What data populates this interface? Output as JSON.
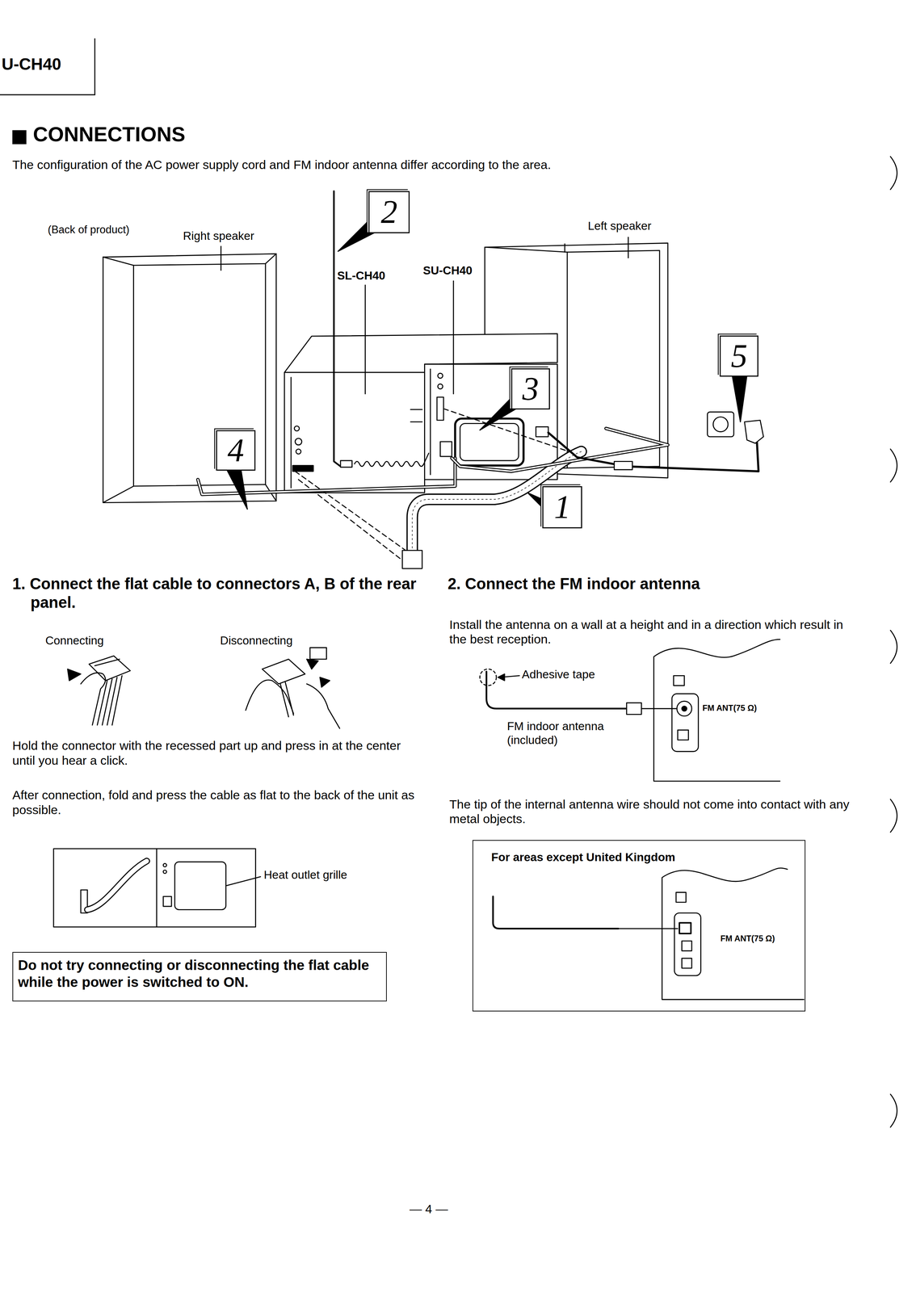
{
  "diagram": {
    "title": "CONNECTIONS",
    "nodes": [
      {
        "text": [
          "2"
        ]
      },
      {
        "text": [
          "5"
        ]
      },
      {
        "text": [
          "3"
        ]
      },
      {
        "text": [
          "4"
        ]
      },
      {
        "text": [
          "1"
        ]
      },
      {
        "text": [
          "Do not try connecting or disconnecting the flat cable while the power is switched to ON."
        ]
      },
      {
        "text": [
          "For areas except United Kingdom",
          "FM ANT(75 Ω)"
        ]
      }
    ],
    "labels": [
      "U-CH40",
      "The configuration of  the AC power supply cord and FM indoor antenna differ according to the area.",
      "(Back of product)",
      "Right speaker",
      "SL-CH40",
      "SU-CH40",
      "Left speaker",
      "1. Connect the flat cable to connectors A, B of the rear panel.",
      "Connecting",
      "Disconnecting",
      "Hold the connector  with the recessed part up and press in at the center until you hear a click.",
      "After connection, fold  and press the cable as flat to the back of the unit as possible.",
      "Heat outlet grille",
      "2. Connect the FM indoor antenna",
      "Install the antenna on  a wall at a height and in a direction which result in the best reception.",
      "Adhesive tape",
      "FM indoor antenna (included)",
      "FM ANT(75 Ω)",
      "The tip of the internal antenna wire should not come into contact with any metal objects.",
      "— 4 —"
    ]
  }
}
